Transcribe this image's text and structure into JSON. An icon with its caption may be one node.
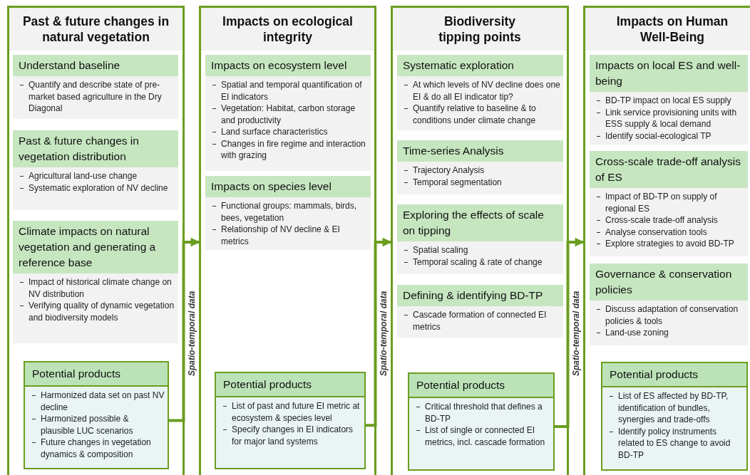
{
  "diagram": {
    "nodes": [
      {
        "text": [
          "Past & future changes in natural vegetation"
        ]
      },
      {
        "text": [
          "Understand baseline",
          "Quantify and describe state of pre-market based agriculture in the Dry Diagonal"
        ],
        "in": 0
      },
      {
        "text": [
          "Past & future changes in vegetation distribution",
          "Agricultural land-use change",
          "Systematic exploration of NV decline"
        ],
        "in": 0
      },
      {
        "text": [
          "Climate impacts on natural vegetation and generating a reference base",
          "Impact of historical climate change on NV distribution",
          "Verifying quality of dynamic vegetation and biodiversity models"
        ],
        "in": 0
      },
      {
        "text": [
          "Potential products",
          "Harmonized data set on past NV decline",
          "Harmonized possible & plausible LUC scenarios",
          "Future changes in vegetation dynamics & composition"
        ],
        "in": 0
      },
      {
        "text": [
          "Impacts on ecological integrity"
        ]
      },
      {
        "text": [
          "Impacts on ecosystem level",
          "Spatial and temporal quantification of EI indicators",
          "Vegetation: Habitat, carbon storage and productivity",
          "Land surface characteristics",
          "Changes in fire regime and interaction with grazing"
        ],
        "in": 5
      },
      {
        "text": [
          "Impacts on species level",
          "Functional groups: mammals, birds, bees, vegetation",
          "Relationship of NV decline & EI metrics"
        ],
        "in": 5
      },
      {
        "text": [
          "Potential products",
          "List of past and future EI metric at ecosystem & species level",
          "Specify changes in EI indicators for major land systems"
        ],
        "in": 5
      },
      {
        "text": [
          "Biodiversity tipping points"
        ]
      },
      {
        "text": [
          "Systematic exploration",
          "At which levels of NV decline does one EI & do all EI indicator tip?",
          "Quantify relative to baseline & to conditions under climate change"
        ],
        "in": 9
      },
      {
        "text": [
          "Time-series Analysis",
          "Trajectory Analysis",
          "Temporal segmentation"
        ],
        "in": 9
      },
      {
        "text": [
          "Exploring the effects of scale on tipping",
          "Spatial scaling",
          "Temporal scaling & rate of change"
        ],
        "in": 9
      },
      {
        "text": [
          "Defining & identifying BD-TP",
          "Cascade formation of connected EI metrics"
        ],
        "in": 9
      },
      {
        "text": [
          "Potential products",
          "Critical threshold that defines a BD-TP",
          "List of single or connected EI metrics, incl. cascade formation"
        ],
        "in": 9
      },
      {
        "text": [
          "Impacts on Human Well-Being"
        ]
      },
      {
        "text": [
          "Impacts on local ES and well-being",
          "BD-TP impact on local ES supply",
          "Link service provisioning units with ESS supply & local demand",
          "Identify social-ecological TP"
        ],
        "in": 15
      },
      {
        "text": [
          "Cross-scale trade-off analysis of ES",
          "Impact of BD-TP on supply of regional ES",
          "Cross-scale trade-off analysis",
          "Analyse conservation tools",
          "Explore strategies to avoid BD-TP"
        ],
        "in": 15
      },
      {
        "text": [
          "Governance & conservation policies",
          "Discuss adaptation of conservation policies & tools",
          "Land-use zoning"
        ],
        "in": 15
      },
      {
        "text": [
          "Potential products",
          "List of ES affected by BD-TP, identification of bundles, synergies and trade-offs",
          "Identify policy instruments related to ES change to avoid BD-TP"
        ],
        "in": 15
      }
    ],
    "edges": [
      {
        "from": 4,
        "to": 5,
        "arrow": "to",
        "label": "Spatio-temporal data"
      },
      {
        "from": 8,
        "to": 9,
        "arrow": "to",
        "label": "Spatio-temporal data"
      },
      {
        "from": 14,
        "to": 15,
        "arrow": "to",
        "label": "Spatio-temporal data"
      }
    ]
  }
}
